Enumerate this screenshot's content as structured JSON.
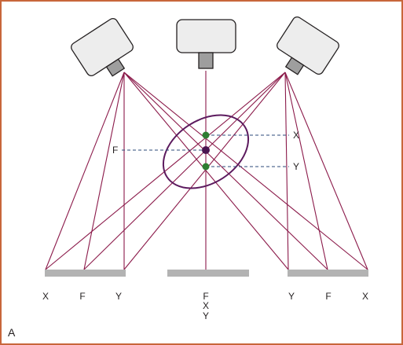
{
  "colors": {
    "frame": "#c8663b",
    "beam": "#8b1a4a",
    "ellipse": "#5c1a5e",
    "guide": "#2b4a7a",
    "point_green": "#2e7d32",
    "point_purple": "#4a1450",
    "detector": "#b3b3b3",
    "tube_fill": "#ededed",
    "tube_port": "#9e9e9e"
  },
  "points": {
    "x_label": "X",
    "f_label": "F",
    "y_label": "Y"
  },
  "detectors": {
    "left": [
      "X",
      "F",
      "Y"
    ],
    "center": [
      "F",
      "X",
      "Y"
    ],
    "right": [
      "Y",
      "F",
      "X"
    ]
  },
  "panel_label": "A"
}
